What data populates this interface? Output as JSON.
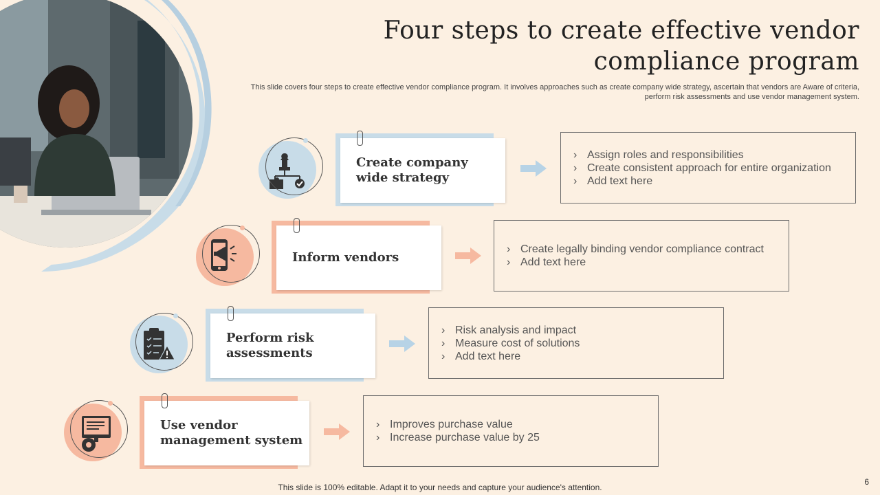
{
  "title": "Four steps to create effective vendor compliance program",
  "subtitle": "This slide covers four steps to create effective vendor compliance program. It involves approaches such as create company wide strategy, ascertain that vendors are Aware of criteria, perform risk assessments and use vendor management system.",
  "steps": [
    {
      "label": "Create company wide strategy",
      "icon": "chess-puzzle-gear-icon",
      "color": "#c8dce8",
      "bullets": [
        "Assign roles and responsibilities",
        "Create consistent approach for entire organization",
        "Add text here"
      ]
    },
    {
      "label": "Inform vendors",
      "icon": "phone-megaphone-icon",
      "color": "#f6b9a0",
      "bullets": [
        "Create legally binding vendor compliance contract",
        "Add text here"
      ]
    },
    {
      "label": "Perform risk assessments",
      "icon": "clipboard-warning-icon",
      "color": "#c8dce8",
      "bullets": [
        "Risk analysis and impact",
        "Measure cost of solutions",
        "Add text here"
      ]
    },
    {
      "label": "Use vendor management system",
      "icon": "monitor-gear-icon",
      "color": "#f6b9a0",
      "bullets": [
        "Improves  purchase value",
        "Increase purchase value by 25"
      ]
    }
  ],
  "footer": "This slide is 100% editable. Adapt it to your needs and capture your audience's attention.",
  "page_number": "6"
}
